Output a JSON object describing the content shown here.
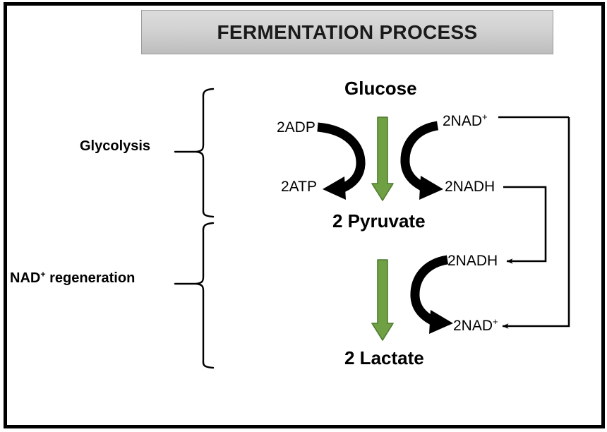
{
  "page": {
    "title": "FERMENTATION PROCESS",
    "frame_color": "#000000",
    "background": "#ffffff"
  },
  "title_bar": {
    "label": "FERMENTATION PROCESS",
    "gradient_top": "#dcdcdc",
    "gradient_bottom": "#bdbdbd",
    "border_color": "#9a9a9a",
    "text_color": "#1a1a1a"
  },
  "brackets": [
    {
      "label": "Glycolysis",
      "label_sup": ""
    },
    {
      "label": "NAD",
      "label_sup": "+",
      "label_tail": " regeneration"
    }
  ],
  "pathway": {
    "arrow_color": "#6fa144",
    "arrow_stroke": "#4f7a2e",
    "nodes": [
      {
        "name": "glucose",
        "label": "Glucose"
      },
      {
        "name": "pyruvate",
        "label": "2 Pyruvate"
      },
      {
        "name": "lactate",
        "label": "2 Lactate"
      }
    ]
  },
  "cofactors": {
    "glycolysis_left_in": {
      "label": "2ADP",
      "sup": ""
    },
    "glycolysis_left_out": {
      "label": "2ATP",
      "sup": ""
    },
    "glycolysis_right_in": {
      "label": "2NAD",
      "sup": "+"
    },
    "glycolysis_right_out": {
      "label": "2NADH",
      "sup": ""
    },
    "regeneration_in": {
      "label": "2NADH",
      "sup": ""
    },
    "regeneration_out": {
      "label": "2NAD",
      "sup": "+"
    }
  },
  "connectors": [
    {
      "name": "nadh-recycle-loop",
      "from": "glycolysis_right_out",
      "to": "regeneration_in"
    },
    {
      "name": "nad-plus-recycle-loop",
      "from": "regeneration_out",
      "to": "glycolysis_right_in"
    }
  ],
  "curved_arrows": [
    {
      "name": "adp-to-atp-arrow",
      "direction": "bulge-right"
    },
    {
      "name": "nad-to-nadh-arrow",
      "direction": "bulge-left"
    },
    {
      "name": "nadh-to-nad-arrow",
      "direction": "bulge-left"
    }
  ]
}
